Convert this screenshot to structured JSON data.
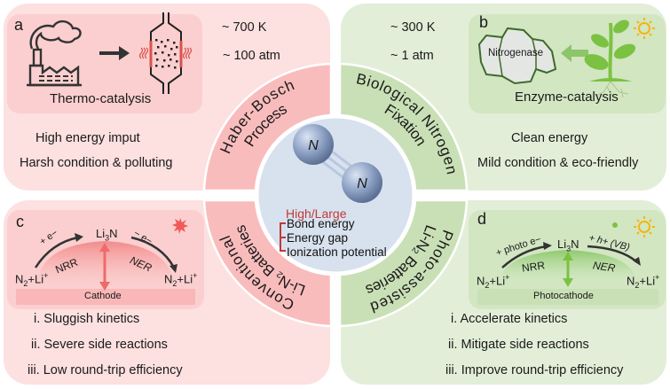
{
  "center": {
    "molecule_atoms": [
      "N",
      "N"
    ],
    "heading": "High/Large",
    "properties": [
      "Bond energy",
      "Energy gap",
      "Ionization potential"
    ],
    "heading_color": "#c0393b"
  },
  "ribbons": {
    "top_left": "Haber-Bosch Process",
    "top_right": "Biological Nitrogen Fixation",
    "bottom_left": "Conventional Li-N2 Batteries",
    "bottom_right": "Photo-assisted Li-N2 Batteries"
  },
  "panel_a": {
    "letter": "a",
    "caption": "Thermo-catalysis",
    "temperature": "~ 700 K",
    "pressure": "~ 100 atm",
    "points": [
      "High energy imput",
      "Harsh condition & polluting"
    ]
  },
  "panel_b": {
    "letter": "b",
    "caption": "Enzyme-catalysis",
    "enzyme_label": "Nitrogenase",
    "temperature": "~ 300 K",
    "pressure": "~ 1 atm",
    "points": [
      "Clean energy",
      "Mild condition & eco-friendly"
    ]
  },
  "panel_c": {
    "letter": "c",
    "electrode": "Cathode",
    "reactant_left": "N2+Li+",
    "reactant_right": "N2+Li+",
    "product": "Li3N",
    "forward": "NRR",
    "reverse": "NER",
    "forward_label": "+ e−",
    "reverse_label": "− e−",
    "points": [
      "i. Sluggish kinetics",
      "ii. Severe side reactions",
      "iii. Low round-trip efficiency"
    ]
  },
  "panel_d": {
    "letter": "d",
    "electrode": "Photocathode",
    "reactant_left": "N2+Li+",
    "reactant_right": "N2+Li+",
    "product": "Li3N",
    "forward": "NRR",
    "reverse": "NER",
    "forward_label": "+ photo e−",
    "reverse_label": "+ h+ (VB)",
    "points": [
      "i. Accelerate kinetics",
      "ii. Mitigate side reactions",
      "iii. Improve round-trip efficiency"
    ]
  },
  "colors": {
    "pink_panel": "#fde0e0",
    "pink_inner": "#fbcfcf",
    "pink_ribbon": "#f9bcbc",
    "green_panel": "#e3eed8",
    "green_inner": "#d2e6c2",
    "green_ribbon": "#c9e0b6",
    "center_circle": "#d8e2ee",
    "atom": "#8fa3c6",
    "red_accent": "#d9534f",
    "sun": "#f5b50f"
  }
}
